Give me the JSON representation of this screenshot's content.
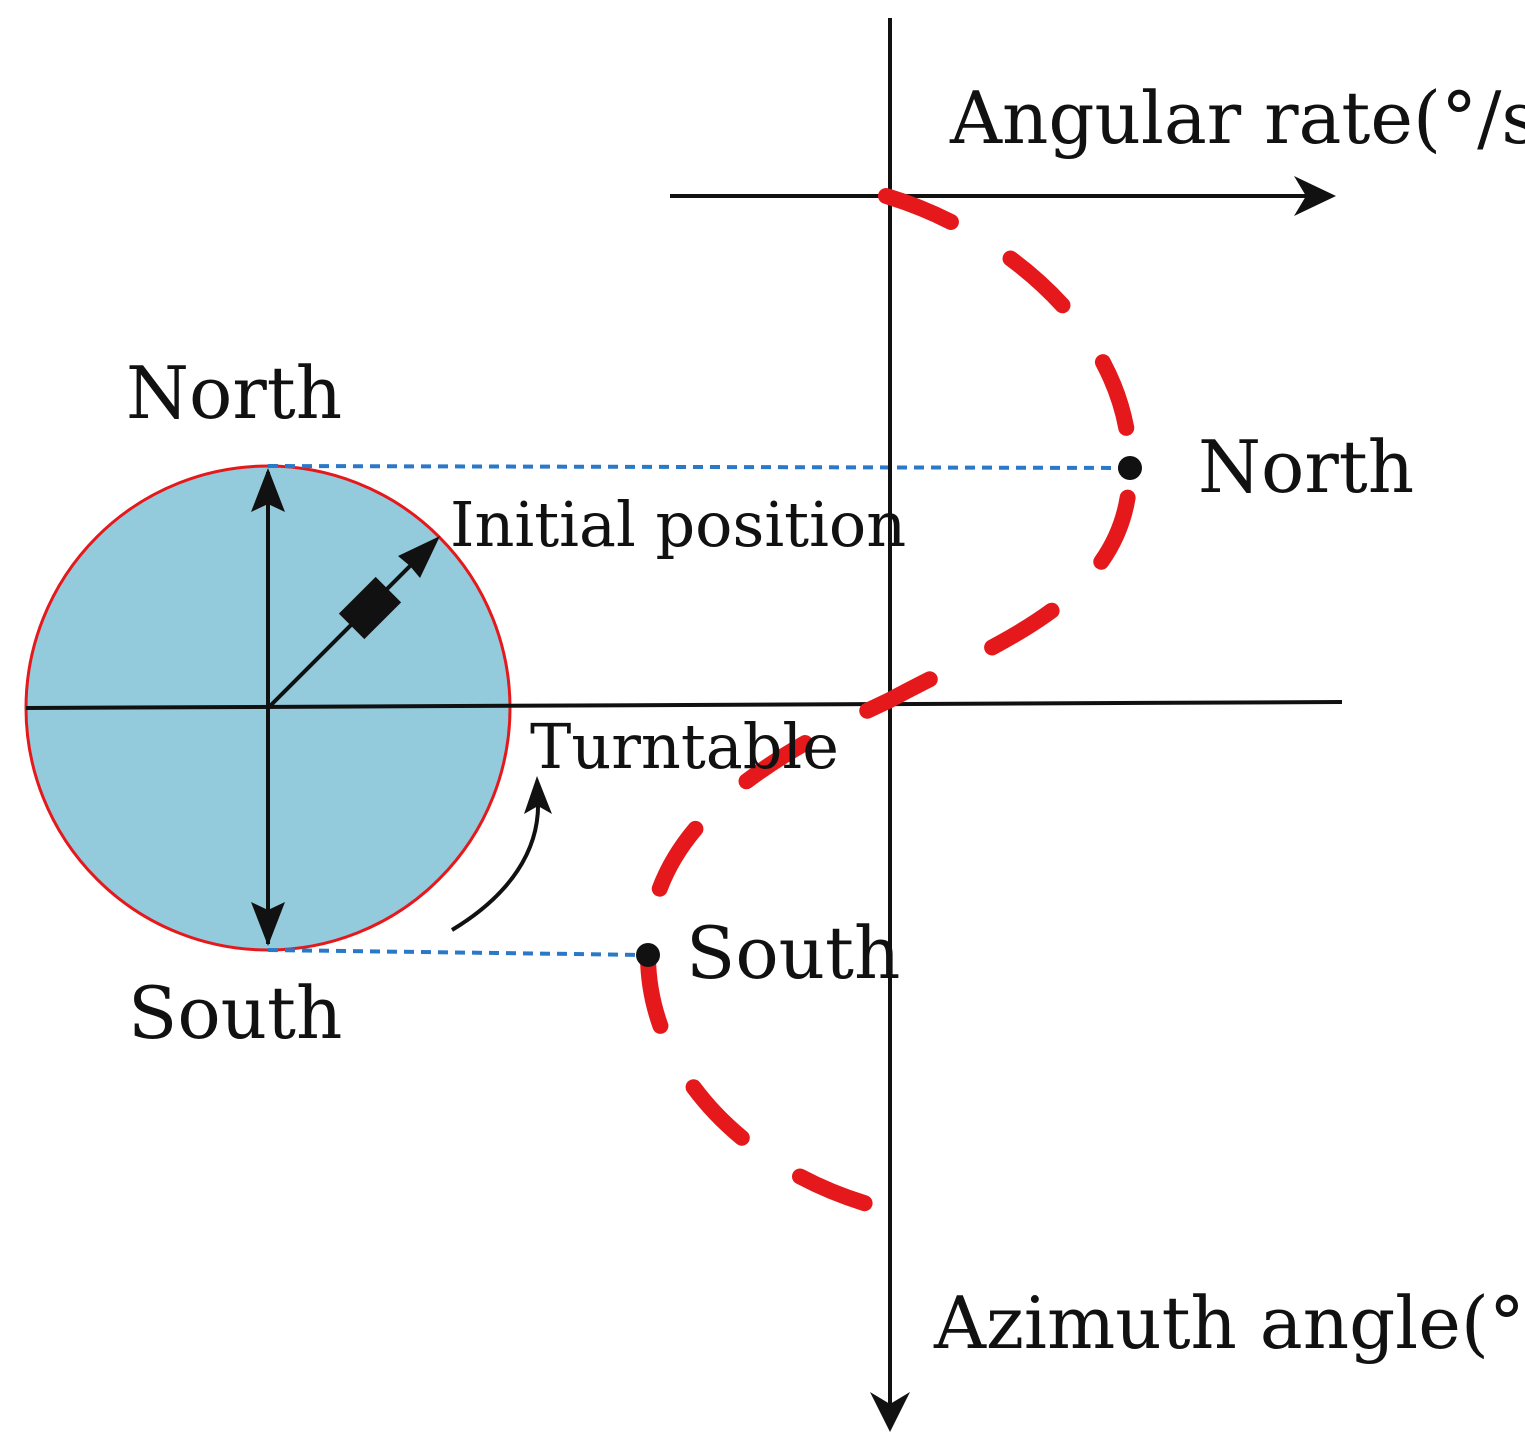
{
  "labels": {
    "angular_rate_axis": "Angular rate(°/s)",
    "azimuth_axis": "Azimuth angle(°)",
    "circle_north": "North",
    "circle_south": "South",
    "initial_position": "Initial position",
    "turntable": "Turntable",
    "curve_north": "North",
    "curve_south": "South"
  },
  "colors": {
    "turntable_fill": "#93cbdd",
    "turntable_edge": "#e5191c",
    "curve": "#e5191c",
    "guide_line": "#2a78c8",
    "ink": "#111111"
  }
}
